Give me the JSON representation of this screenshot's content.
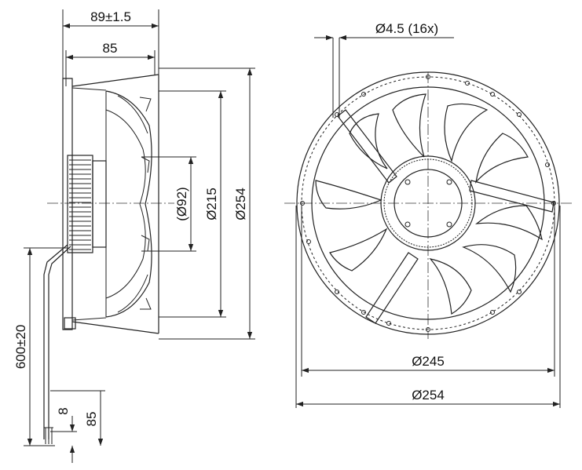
{
  "drawing": {
    "colors": {
      "line": "#222222",
      "background": "#ffffff",
      "text": "#111111"
    },
    "side_view": {
      "dim_overall_depth": "89±1.5",
      "dim_depth": "85",
      "dim_hub_diameter": "(Ø92)",
      "dim_rotor_diameter": "Ø215",
      "dim_housing_diameter_side": "Ø254",
      "dim_cable_length": "600±20",
      "dim_strip_length": "8",
      "dim_lead_length": "85"
    },
    "front_view": {
      "dim_mounting_holes": "Ø4.5 (16x)",
      "dim_hole_circle": "Ø245",
      "dim_housing_diameter": "Ø254"
    }
  }
}
